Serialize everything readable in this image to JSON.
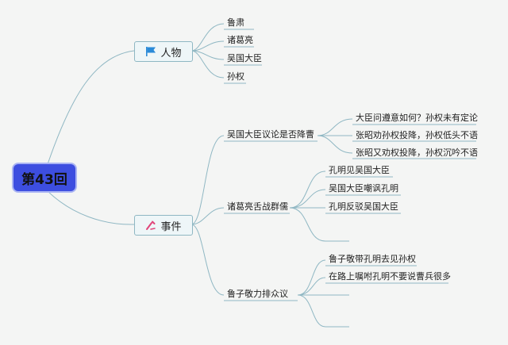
{
  "root": {
    "label": "第43回"
  },
  "branches": {
    "characters": {
      "label": "人物",
      "icon": "flag-icon",
      "items": [
        "鲁肃",
        "诸葛亮",
        "吴国大臣",
        "孙权"
      ]
    },
    "events": {
      "label": "事件",
      "icon": "pen-icon",
      "groups": [
        {
          "label": "吴国大臣议论是否降曹",
          "items": [
            "大臣问遵意如何？孙权未有定论",
            "张昭劝孙权投降，孙权低头不语",
            "张昭又劝权投降，孙权沉吟不语"
          ]
        },
        {
          "label": "诸葛亮舌战群儒",
          "items": [
            "孔明见吴国大臣",
            "吴国大臣嘲讽孔明",
            "孔明反驳吴国大臣",
            ""
          ]
        },
        {
          "label": "鲁子敬力排众议",
          "items": [
            "鲁子敬带孔明去见孙权",
            "在路上嘱咐孔明不要说曹兵很多",
            "",
            ""
          ]
        }
      ]
    }
  },
  "colors": {
    "root_fill": "#3d4ee0",
    "line": "#8fb7c3",
    "flag": "#2a8ad8",
    "pen": "#e0457a"
  }
}
